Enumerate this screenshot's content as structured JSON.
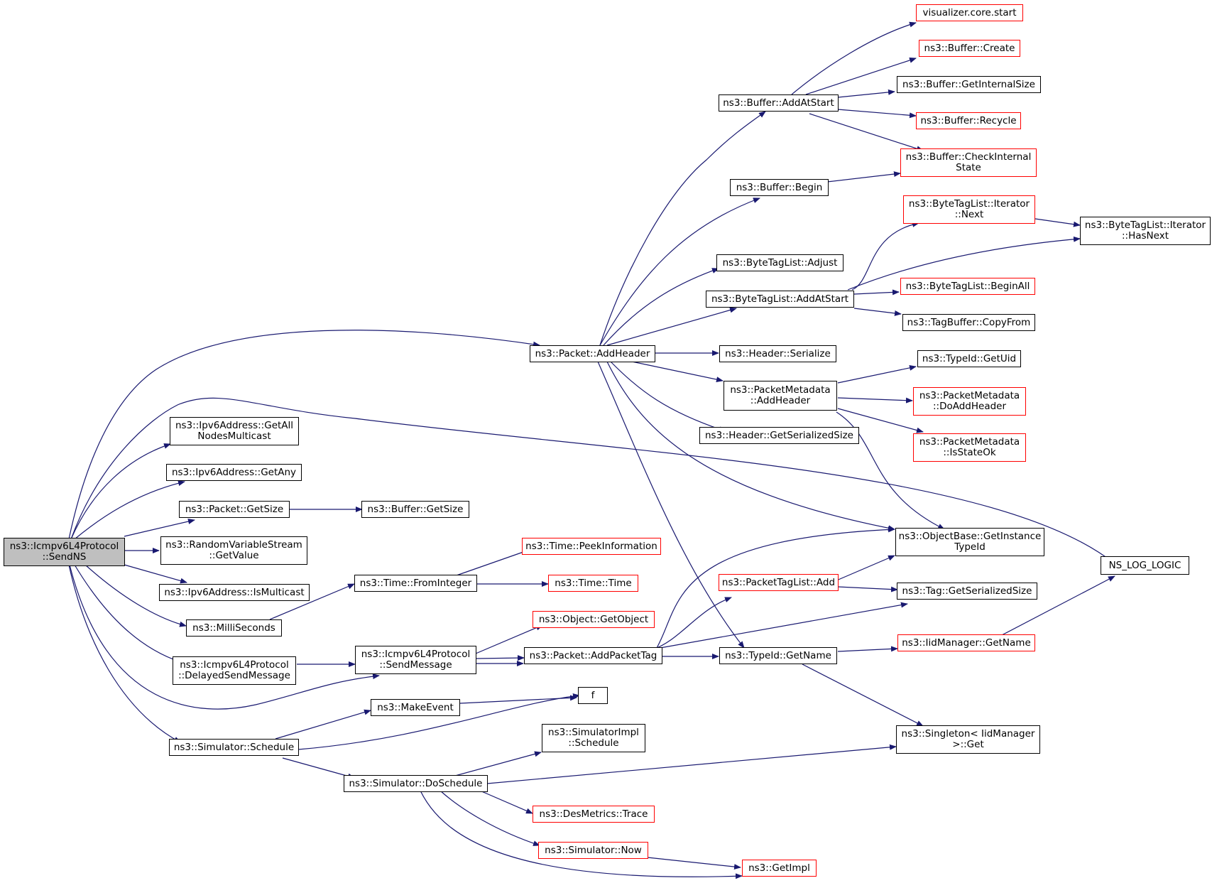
{
  "graph": {
    "edge_color": "#191970",
    "root_fill": "#bfbfbf",
    "truncated_border": "#ff0000",
    "nodes": [
      {
        "id": "root",
        "lines": [
          "ns3::Icmpv6L4Protocol",
          "::SendNS"
        ],
        "style": "root"
      },
      {
        "id": "addheader",
        "lines": [
          "ns3::Packet::AddHeader"
        ]
      },
      {
        "id": "getall",
        "lines": [
          "ns3::Ipv6Address::GetAll",
          "NodesMulticast"
        ]
      },
      {
        "id": "getany",
        "lines": [
          "ns3::Ipv6Address::GetAny"
        ]
      },
      {
        "id": "pgetsize",
        "lines": [
          "ns3::Packet::GetSize"
        ]
      },
      {
        "id": "bgetsize",
        "lines": [
          "ns3::Buffer::GetSize"
        ]
      },
      {
        "id": "rvs",
        "lines": [
          "ns3::RandomVariableStream",
          "::GetValue"
        ]
      },
      {
        "id": "ismc",
        "lines": [
          "ns3::Ipv6Address::IsMulticast"
        ]
      },
      {
        "id": "millis",
        "lines": [
          "ns3::MilliSeconds"
        ]
      },
      {
        "id": "fromint",
        "lines": [
          "ns3::Time::FromInteger"
        ]
      },
      {
        "id": "peekinfo",
        "lines": [
          "ns3::Time::PeekInformation"
        ],
        "style": "red"
      },
      {
        "id": "timetime",
        "lines": [
          "ns3::Time::Time"
        ],
        "style": "red"
      },
      {
        "id": "delayed",
        "lines": [
          "ns3::Icmpv6L4Protocol",
          "::DelayedSendMessage"
        ]
      },
      {
        "id": "sendmsg",
        "lines": [
          "ns3::Icmpv6L4Protocol",
          "::SendMessage"
        ]
      },
      {
        "id": "getobject",
        "lines": [
          "ns3::Object::GetObject"
        ],
        "style": "red"
      },
      {
        "id": "addptag",
        "lines": [
          "ns3::Packet::AddPacketTag"
        ]
      },
      {
        "id": "f",
        "lines": [
          "f"
        ]
      },
      {
        "id": "makeevent",
        "lines": [
          "ns3::MakeEvent"
        ]
      },
      {
        "id": "simsched",
        "lines": [
          "ns3::Simulator::Schedule"
        ]
      },
      {
        "id": "implsched",
        "lines": [
          "ns3::SimulatorImpl",
          "::Schedule"
        ]
      },
      {
        "id": "dosched",
        "lines": [
          "ns3::Simulator::DoSchedule"
        ]
      },
      {
        "id": "desmetrics",
        "lines": [
          "ns3::DesMetrics::Trace"
        ],
        "style": "red"
      },
      {
        "id": "simnow",
        "lines": [
          "ns3::Simulator::Now"
        ],
        "style": "red"
      },
      {
        "id": "getimpl",
        "lines": [
          "ns3::GetImpl"
        ],
        "style": "red"
      },
      {
        "id": "vizstart",
        "lines": [
          "visualizer.core.start"
        ],
        "style": "red"
      },
      {
        "id": "bcreate",
        "lines": [
          "ns3::Buffer::Create"
        ],
        "style": "red"
      },
      {
        "id": "bgetinternal",
        "lines": [
          "ns3::Buffer::GetInternalSize"
        ]
      },
      {
        "id": "baddatstart",
        "lines": [
          "ns3::Buffer::AddAtStart"
        ]
      },
      {
        "id": "brecycle",
        "lines": [
          "ns3::Buffer::Recycle"
        ],
        "style": "red"
      },
      {
        "id": "bcheck",
        "lines": [
          "ns3::Buffer::CheckInternal",
          "State"
        ],
        "style": "red"
      },
      {
        "id": "bbegin",
        "lines": [
          "ns3::Buffer::Begin"
        ]
      },
      {
        "id": "btlnext",
        "lines": [
          "ns3::ByteTagList::Iterator",
          "::Next"
        ],
        "style": "red"
      },
      {
        "id": "btlhasnext",
        "lines": [
          "ns3::ByteTagList::Iterator",
          "::HasNext"
        ]
      },
      {
        "id": "btladjust",
        "lines": [
          "ns3::ByteTagList::Adjust"
        ]
      },
      {
        "id": "btladdatstart",
        "lines": [
          "ns3::ByteTagList::AddAtStart"
        ]
      },
      {
        "id": "btlbeginall",
        "lines": [
          "ns3::ByteTagList::BeginAll"
        ],
        "style": "red"
      },
      {
        "id": "tbcopy",
        "lines": [
          "ns3::TagBuffer::CopyFrom"
        ]
      },
      {
        "id": "hserialize",
        "lines": [
          "ns3::Header::Serialize"
        ]
      },
      {
        "id": "pmaddheader",
        "lines": [
          "ns3::PacketMetadata",
          "::AddHeader"
        ]
      },
      {
        "id": "typeiduid",
        "lines": [
          "ns3::TypeId::GetUid"
        ]
      },
      {
        "id": "pmdoadd",
        "lines": [
          "ns3::PacketMetadata",
          "::DoAddHeader"
        ],
        "style": "red"
      },
      {
        "id": "pmisok",
        "lines": [
          "ns3::PacketMetadata",
          "::IsStateOk"
        ],
        "style": "red"
      },
      {
        "id": "hgetser",
        "lines": [
          "ns3::Header::GetSerializedSize"
        ]
      },
      {
        "id": "objbase",
        "lines": [
          "ns3::ObjectBase::GetInstance",
          "TypeId"
        ]
      },
      {
        "id": "nslog",
        "lines": [
          "NS_LOG_LOGIC"
        ]
      },
      {
        "id": "ptladd",
        "lines": [
          "ns3::PacketTagList::Add"
        ],
        "style": "red"
      },
      {
        "id": "taggetser",
        "lines": [
          "ns3::Tag::GetSerializedSize"
        ]
      },
      {
        "id": "typeidname",
        "lines": [
          "ns3::TypeId::GetName"
        ]
      },
      {
        "id": "iidname",
        "lines": [
          "ns3::IidManager::GetName"
        ],
        "style": "red"
      },
      {
        "id": "singleton",
        "lines": [
          "ns3::Singleton< IidManager",
          ">::Get"
        ]
      }
    ]
  }
}
